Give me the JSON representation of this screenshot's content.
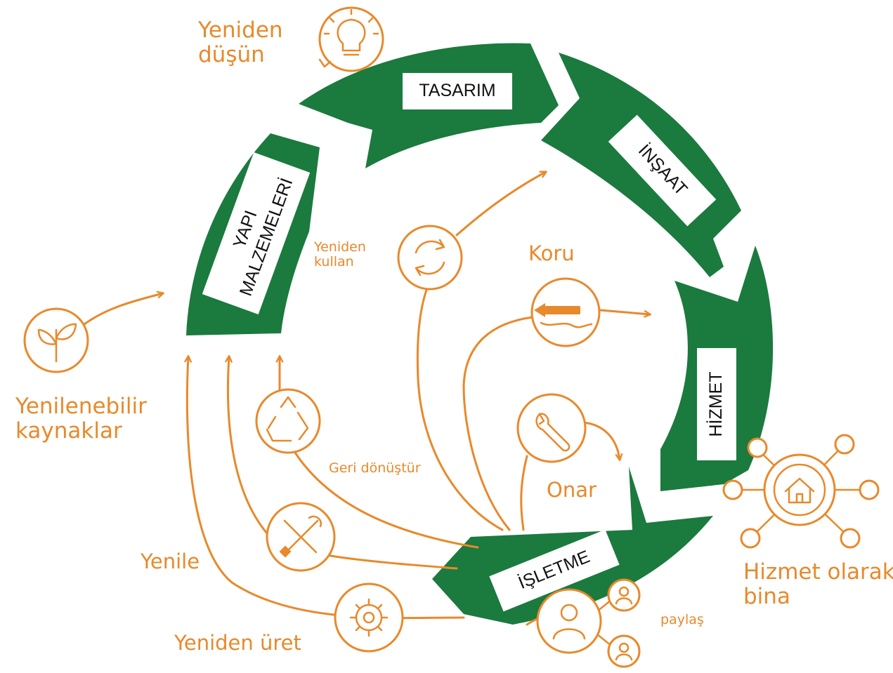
{
  "diagram": {
    "colors": {
      "ring": "#1B7A3E",
      "accent": "#E8892B",
      "stage_text": "#111111"
    },
    "stages": [
      {
        "id": "tasarim",
        "label": "TASARIM"
      },
      {
        "id": "insaat",
        "label": "İNŞAAT"
      },
      {
        "id": "hizmet",
        "label": "HİZMET"
      },
      {
        "id": "isletme",
        "label": "İŞLETME"
      },
      {
        "id": "yapi",
        "label_line1": "YAPI",
        "label_line2": "MALZEMELERİ"
      }
    ],
    "strategies": {
      "rethink": {
        "line1": "Yeniden",
        "line2": "düşün",
        "icon": "lightbulb-icon"
      },
      "reuse": {
        "line1": "Yeniden",
        "line2": "kullan",
        "icon": "refresh-icon"
      },
      "preserve": {
        "label": "Koru",
        "icon": "protect-icon"
      },
      "renewable": {
        "line1": "Yenilenebilir",
        "line2": "kaynaklar",
        "icon": "sprout-icon"
      },
      "recycle": {
        "label": "Geri dönüştür",
        "icon": "recycle-icon"
      },
      "repair": {
        "label": "Onar",
        "icon": "wrench-icon"
      },
      "renew": {
        "label": "Yenile",
        "icon": "tools-icon"
      },
      "remanufacture": {
        "label": "Yeniden üret",
        "icon": "gear-icon"
      },
      "share": {
        "label": "paylaş",
        "icon": "users-icon"
      },
      "building_as_service": {
        "line1": "Hizmet olarak",
        "line2": "bina",
        "icon": "house-network-icon"
      }
    }
  }
}
